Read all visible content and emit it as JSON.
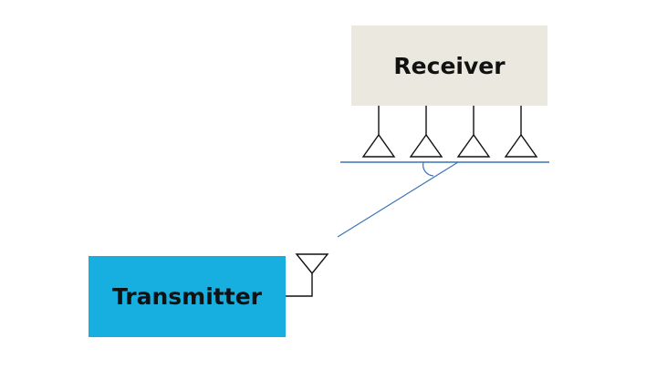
{
  "receiver": {
    "label": "Receiver",
    "fill": "#ebe9df",
    "antenna_count": 4
  },
  "transmitter": {
    "label": "Transmitter",
    "fill": "#17aee0"
  },
  "colors": {
    "antenna_stroke": "#111111",
    "baseline": "#3b73b9",
    "signal_ray": "#3b73b9",
    "angle_arc": "#3b73b9"
  },
  "icons": {
    "antenna": "antenna-icon",
    "angle_of_arrival": "angle-arc-icon"
  }
}
